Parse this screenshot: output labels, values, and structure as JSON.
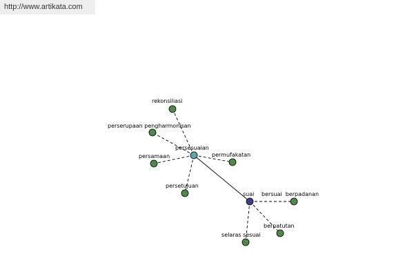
{
  "watermark": "http://www.artikata.com",
  "colors": {
    "leaf": "#4f8a4a",
    "hub_persesuaian": "#5fa7a0",
    "hub_suai": "#3d3f86"
  },
  "diagram": {
    "nodes": [
      {
        "id": "persesuaian",
        "label": "persesuaian",
        "kind": "hub_persesuaian"
      },
      {
        "id": "suai",
        "label": "suai",
        "kind": "hub_suai"
      },
      {
        "id": "rekonsiliasi",
        "label": "rekonsiliasi",
        "kind": "leaf"
      },
      {
        "id": "perserupaan",
        "label": "perserupaan pengharmonisan",
        "kind": "leaf"
      },
      {
        "id": "persamaan",
        "label": "persamaan",
        "kind": "leaf"
      },
      {
        "id": "permufakatan",
        "label": "permufakatan",
        "kind": "leaf"
      },
      {
        "id": "persetujuan",
        "label": "persetujuan",
        "kind": "leaf"
      },
      {
        "id": "bersuai",
        "label": "bersuai  berpadanan",
        "kind": "leaf"
      },
      {
        "id": "berpatutan",
        "label": "berpatutan",
        "kind": "leaf"
      },
      {
        "id": "selaras",
        "label": "selaras sesuai",
        "kind": "leaf"
      }
    ],
    "edges": [
      {
        "from": "persesuaian",
        "to": "rekonsiliasi",
        "style": "dashed"
      },
      {
        "from": "persesuaian",
        "to": "perserupaan",
        "style": "dashed"
      },
      {
        "from": "persesuaian",
        "to": "persamaan",
        "style": "dashed"
      },
      {
        "from": "persesuaian",
        "to": "permufakatan",
        "style": "dashed"
      },
      {
        "from": "persesuaian",
        "to": "persetujuan",
        "style": "dashed"
      },
      {
        "from": "persesuaian",
        "to": "suai",
        "style": "solid"
      },
      {
        "from": "suai",
        "to": "bersuai",
        "style": "dashed"
      },
      {
        "from": "suai",
        "to": "berpatutan",
        "style": "dashed"
      },
      {
        "from": "suai",
        "to": "selaras",
        "style": "dashed"
      }
    ]
  }
}
